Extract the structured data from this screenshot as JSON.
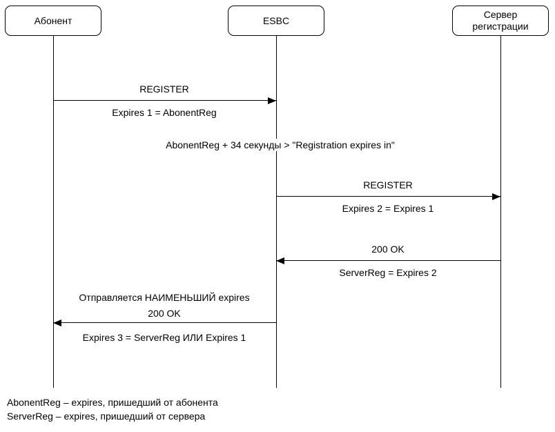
{
  "diagram": {
    "type": "sequence-diagram",
    "colors": {
      "line": "#000000",
      "text": "#000000",
      "background": "#ffffff"
    },
    "actors": [
      {
        "name": "Абонент"
      },
      {
        "name": "ESBC"
      },
      {
        "name": "Сервер\nрегистрации"
      }
    ],
    "note": "AbonentReg + 34 секунды > \"Registration expires in\"",
    "messages": [
      {
        "from": "Абонент",
        "to": "ESBC",
        "direction": "right",
        "label": "REGISTER",
        "sublabel": "Expires 1 = AbonentReg"
      },
      {
        "from": "ESBC",
        "to": "Сервер регистрации",
        "direction": "right",
        "label": "REGISTER",
        "sublabel": "Expires 2 = Expires 1"
      },
      {
        "from": "Сервер регистрации",
        "to": "ESBC",
        "direction": "left",
        "label": "200 OK",
        "sublabel": "ServerReg = Expires 2"
      },
      {
        "from": "ESBC",
        "to": "Абонент",
        "direction": "left",
        "pre_label": "Отправляется НАИМЕНЬШИЙ expires",
        "label": "200 OK",
        "sublabel": "Expires 3 = ServerReg ИЛИ Expires 1"
      }
    ],
    "legend": [
      "AbonentReg – expires, пришедший от абонента",
      "ServerReg – expires, пришедший от сервера"
    ]
  }
}
